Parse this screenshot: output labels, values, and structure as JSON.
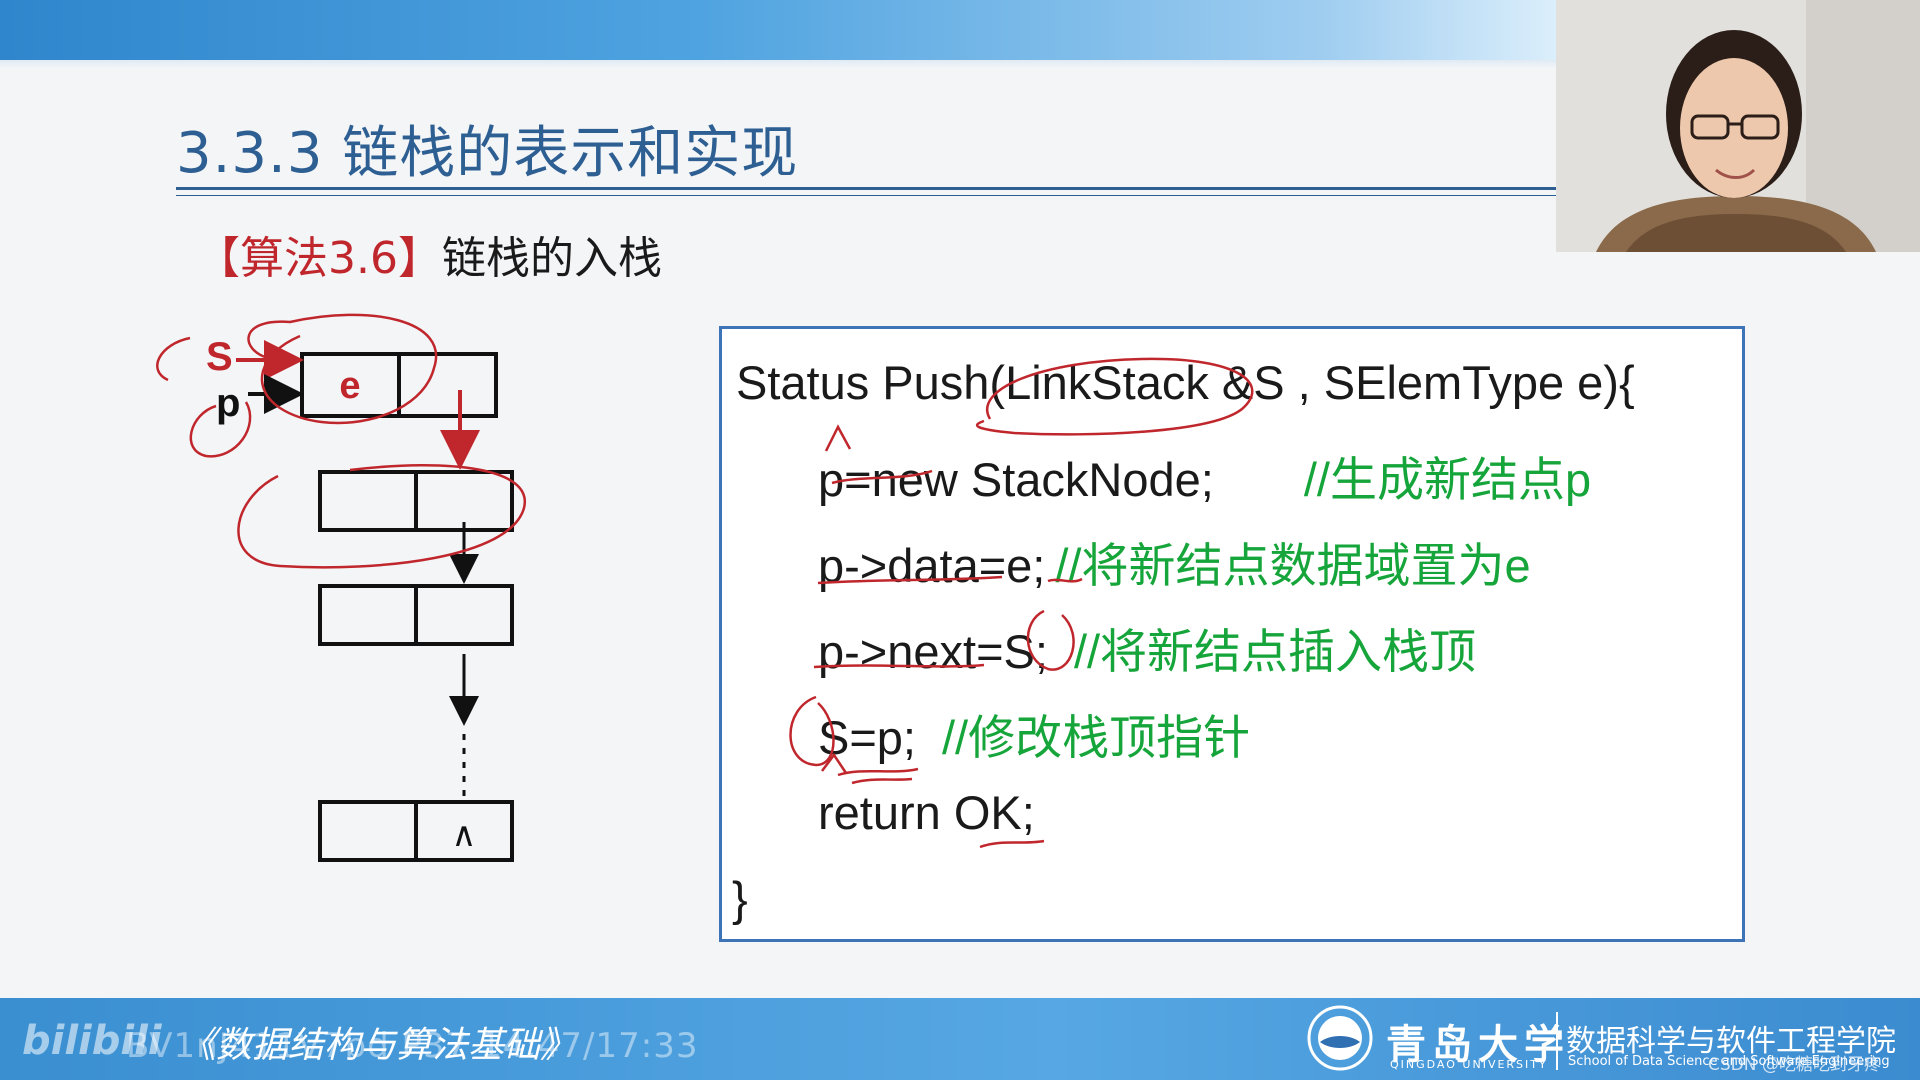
{
  "slide": {
    "title": "3.3.3 链栈的表示和实现",
    "subtitle_tag": "【算法3.6】",
    "subtitle_text": "链栈的入栈"
  },
  "diagram": {
    "labels": {
      "s": "S",
      "p": "p",
      "e": "e",
      "null": "∧"
    }
  },
  "code": {
    "lines": [
      {
        "code": "Status Push(LinkStack &S , SElemType e){",
        "comment": ""
      },
      {
        "code": "p=new StackNode;",
        "comment": "//生成新结点p"
      },
      {
        "code": "p->data=e;",
        "comment": "//将新结点数据域置为e"
      },
      {
        "code": "p->next=S;",
        "comment": "//将新结点插入栈顶"
      },
      {
        "code": "S=p;",
        "comment": "//修改栈顶指针"
      },
      {
        "code": "return OK;",
        "comment": ""
      },
      {
        "code": "}",
        "comment": ""
      }
    ]
  },
  "footer": {
    "watermark": "bilibili",
    "video_id": "BV1nJ411V7bd P37 14:47/17:33",
    "book_title": "《数据结构与算法基础》",
    "university_cn": "青岛大学",
    "university_en": "QINGDAO UNIVERSITY",
    "school_cn": "数据科学与软件工程学院",
    "school_en": "School of Data Science and Software Engineering",
    "csdn": "CSDN @吃糖吃到牙疼"
  },
  "colors": {
    "title": "#2e5f93",
    "accent_red": "#c0272d",
    "comment_green": "#16a53a",
    "code_border": "#3d74b8",
    "band_blue": "#3a8fd1"
  },
  "icons": [
    "bilibili-logo-icon",
    "university-seal-icon"
  ]
}
